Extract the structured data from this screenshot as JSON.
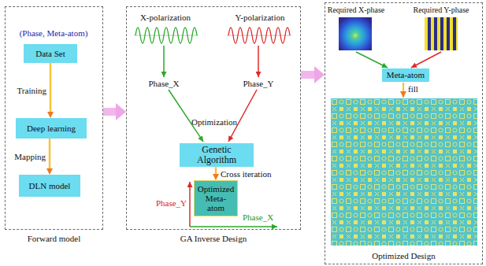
{
  "diagram": {
    "nodes": [
      {
        "text": [
          "Forward model"
        ]
      },
      {
        "text": [
          "Data Set"
        ],
        "in": 0
      },
      {
        "text": [
          "Deep learning"
        ],
        "in": 0
      },
      {
        "text": [
          "DLN model"
        ],
        "in": 0
      },
      {
        "text": [
          "GA Inverse Design"
        ]
      },
      {
        "text": [
          "Genetic Algorithm"
        ],
        "in": 4
      },
      {
        "text": [
          "Optimized Meta-atom"
        ],
        "in": 4
      },
      {
        "text": [
          "Optimized Design"
        ]
      },
      {
        "text": [
          "Meta-atom"
        ],
        "in": 7
      }
    ],
    "edges": [
      {
        "from": 1,
        "to": 2,
        "arrow": "to",
        "label": "Training"
      },
      {
        "from": 2,
        "to": 3,
        "arrow": "to",
        "label": "Mapping"
      },
      {
        "from": 0,
        "to": 4,
        "arrow": "to"
      },
      {
        "from": 5,
        "to": 6,
        "arrow": "to",
        "label": "Cross iteration"
      },
      {
        "from": 4,
        "to": 7,
        "arrow": "to"
      }
    ],
    "labels": [
      "(Phase, Meta-atom)",
      "X-polarization",
      "Y-polarization",
      "Phase_X",
      "Phase_Y",
      "Optimization",
      "Phase_Y",
      "Phase_X",
      "Required X-phase",
      "Required Y-phase",
      "fill"
    ]
  }
}
